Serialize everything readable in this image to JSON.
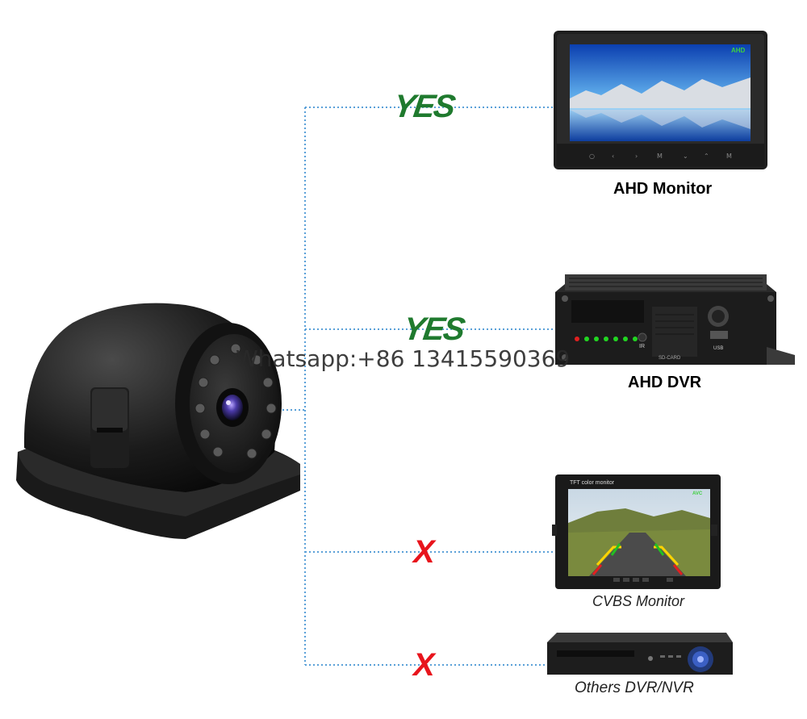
{
  "connections": [
    {
      "device": "AHD Monitor",
      "status": "YES"
    },
    {
      "device": "AHD DVR",
      "status": "YES"
    },
    {
      "device": "CVBS Monitor",
      "status": "X"
    },
    {
      "device": "Others DVR/NVR",
      "status": "X"
    }
  ],
  "watermark": "Whatsapp:+86 13415590369",
  "device_screen": {
    "ahd_monitor_badge": "AHD",
    "dvr_usb_label": "USB",
    "dvr_sd_label": "SD-CARD",
    "dvr_ir_label": "IR",
    "cvbs_monitor_top": "TFT color monitor",
    "cvbs_badge": "AVC"
  },
  "colors": {
    "yes": "#1f7a2e",
    "no": "#e8141c",
    "line": "#5aa0d8"
  }
}
